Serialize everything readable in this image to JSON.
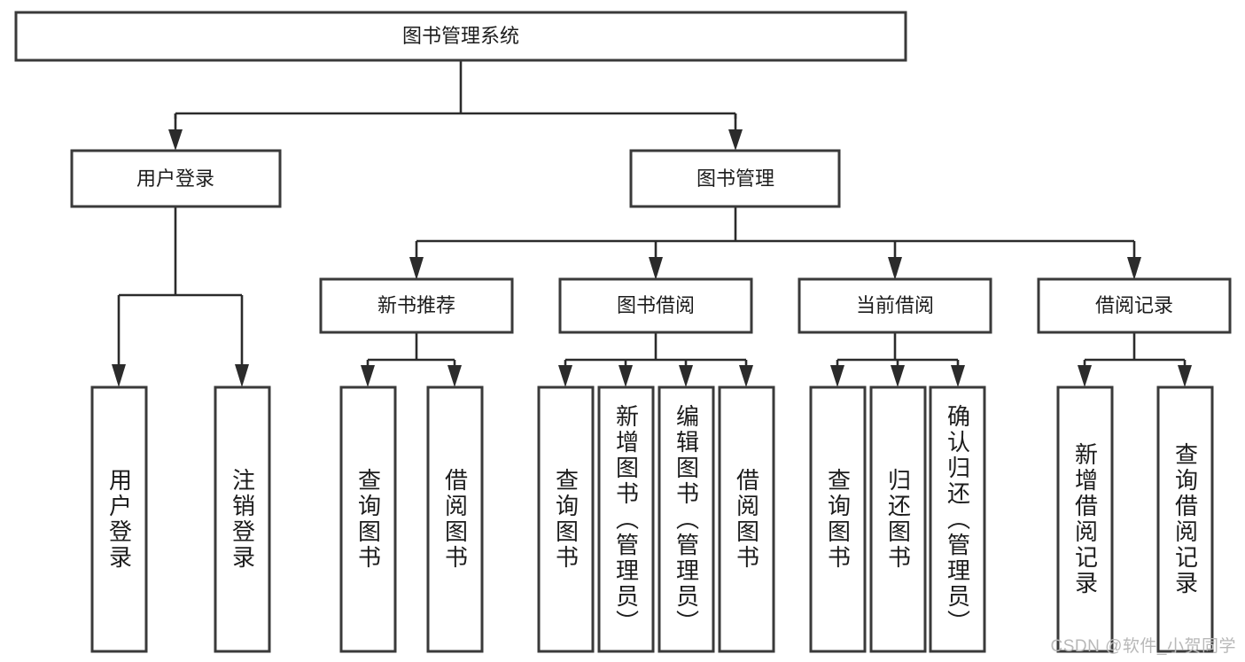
{
  "diagram": {
    "title": "图书管理系统",
    "type": "hierarchy-tree",
    "watermark": "CSDN @软件_小贺同学",
    "colors": {
      "box_stroke": "#3a3a3a",
      "box_fill": "#ffffff",
      "edge": "#2b2b2b",
      "text": "#1c1c1c",
      "watermark": "#b8b8b8",
      "background": "#ffffff"
    },
    "levels": {
      "root": {
        "label": "图书管理系统"
      },
      "level2": [
        {
          "label": "用户登录"
        },
        {
          "label": "图书管理"
        }
      ],
      "level3": [
        {
          "label": "新书推荐"
        },
        {
          "label": "图书借阅"
        },
        {
          "label": "当前借阅"
        },
        {
          "label": "借阅记录"
        }
      ]
    },
    "leaves": {
      "user_login": [
        {
          "label": "用户登录"
        },
        {
          "label": "注销登录"
        }
      ],
      "new_book_recommend": [
        {
          "label": "查询图书"
        },
        {
          "label": "借阅图书"
        }
      ],
      "book_borrow": [
        {
          "label": "查询图书"
        },
        {
          "label": "新增图书（管理员）"
        },
        {
          "label": "编辑图书（管理员）"
        },
        {
          "label": "借阅图书"
        }
      ],
      "current_borrow": [
        {
          "label": "查询图书"
        },
        {
          "label": "归还图书"
        },
        {
          "label": "确认归还（管理员）"
        }
      ],
      "borrow_record": [
        {
          "label": "新增借阅记录"
        },
        {
          "label": "查询借阅记录"
        }
      ]
    }
  }
}
